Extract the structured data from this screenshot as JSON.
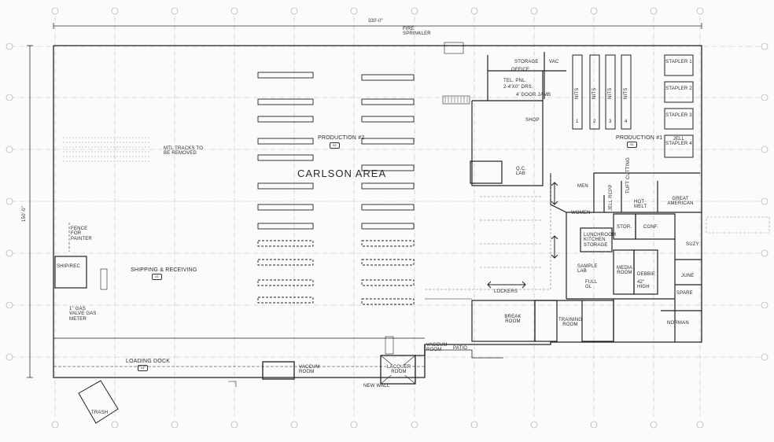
{
  "dimensions": {
    "width": "330'-0\"",
    "height": "150'-0\""
  },
  "areas": {
    "carlson_area": "CARLSON AREA",
    "production2": "PRODUCTION #2",
    "production2_tag": "52",
    "production1": "PRODUCTION #1",
    "production1_tag": "51",
    "shipping_receiving": "SHIPPING & RECEIVING",
    "shipping_tag": "41",
    "loading_dock": "LOADING DOCK",
    "loading_tag": "41"
  },
  "rooms": {
    "storage": "STORAGE",
    "office": "OFFICE",
    "vac": "VAC",
    "shop": "SHOP",
    "qc_lab": "Q.C. LAB",
    "tel_pnl": "TEL. PNL.",
    "door_note": "2-4'x0\" DRS.",
    "door_jamb": "4' DOOR JAMB",
    "lockers": "LOCKERS",
    "break_room": "BREAK ROOM",
    "training_room": "TRAINING ROOM",
    "lunchroom": "LUNCHROOM KITCHEN STORAGE",
    "sample_lab": "SAMPLE LAB",
    "full_gl": "FULL GL",
    "women": "WOMEN",
    "men": "MEN",
    "stor": "STOR.",
    "conf": "CONF.",
    "media_room": "MEDIA ROOM",
    "debbie": "DEBBIE",
    "high": "42\" HIGH",
    "june": "JUNE",
    "spare": "SPARE",
    "norman": "NORMAN",
    "suzy": "SUZY",
    "hot_melt": "HOT MELT",
    "great_american": "GREAT AMERICAN",
    "tuft_cutting": "TUFT CUTTING",
    "jell_roll": "JELL RCPP",
    "shipping_office": "SHIP/REC",
    "fence": "FENCE FOR PAINTER",
    "vaccum_room_1": "VACCUM ROOM",
    "vaccum_room_2": "VACCUM ROOM",
    "lacquer_room": "LACQUER ROOM",
    "patio": "PATIO",
    "new_wall": "NEW WALL",
    "trash": "TRASH",
    "fire_sprinkler": "FIRE SPRINKLER",
    "gas_meter": "1\" GAS VALVE GAS METER",
    "mtl_tracks": "MTL TRACKS TO BE REMOVED"
  },
  "staplers": [
    "STAPLER 1",
    "STAPLER 2",
    "STAPLER 3",
    "JELL STAPLER 4"
  ],
  "nits": [
    {
      "label": "NITS",
      "num": "1"
    },
    {
      "label": "NITS",
      "num": "2"
    },
    {
      "label": "NITS",
      "num": "3"
    },
    {
      "label": "NITS",
      "num": "4"
    }
  ]
}
